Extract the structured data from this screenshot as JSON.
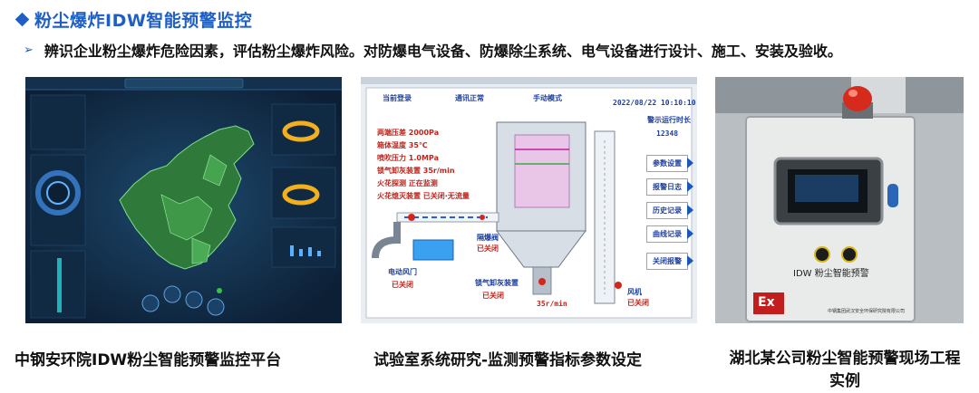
{
  "heading": {
    "title": "粉尘爆炸IDW智能预警监控",
    "bullet": "辨识企业粉尘爆炸危险因素，评估粉尘爆炸风险。对防爆电气设备、防爆除尘系统、电气设备进行设计、施工、安装及验收。"
  },
  "panels": [
    {
      "caption": "中钢安环院IDW粉尘智能预警监控平台"
    },
    {
      "caption": "试验室系统研究-监测预警指标参数设定",
      "screen": {
        "status": [
          "当前登录",
          "通讯正常",
          "手动模式"
        ],
        "datetime": "2022/08/22  10:10:10",
        "runtime_label": "警示运行时长",
        "runtime_value": "12348",
        "params": [
          "两端压差  2000Pa",
          "箱体温度  35℃",
          "喷吹压力  1.0MPa",
          "锁气卸灰装置  35r/min",
          "火花探测     正在监测",
          "火花熄灭装置  已关闭·无流量"
        ],
        "buttons": [
          "参数设置",
          "报警日志",
          "历史记录",
          "曲线记录",
          "关闭报警"
        ],
        "labels": {
          "valve": "隔爆阀",
          "valve_state": "已关闭",
          "door": "电动风门",
          "door_state": "已关闭",
          "unloader": "锁气卸灰装置",
          "unloader_state": "已关闭",
          "speed": "35r/min",
          "fan": "风机",
          "fan_state": "已关闭"
        }
      }
    },
    {
      "caption": "湖北某公司粉尘智能预警现场工程实例",
      "photo": {
        "device_label": "IDW 粉尘智能预警",
        "ex_mark": "Ex",
        "maker_label": "中钢集团武汉安全环保研究院有限公司"
      }
    }
  ]
}
